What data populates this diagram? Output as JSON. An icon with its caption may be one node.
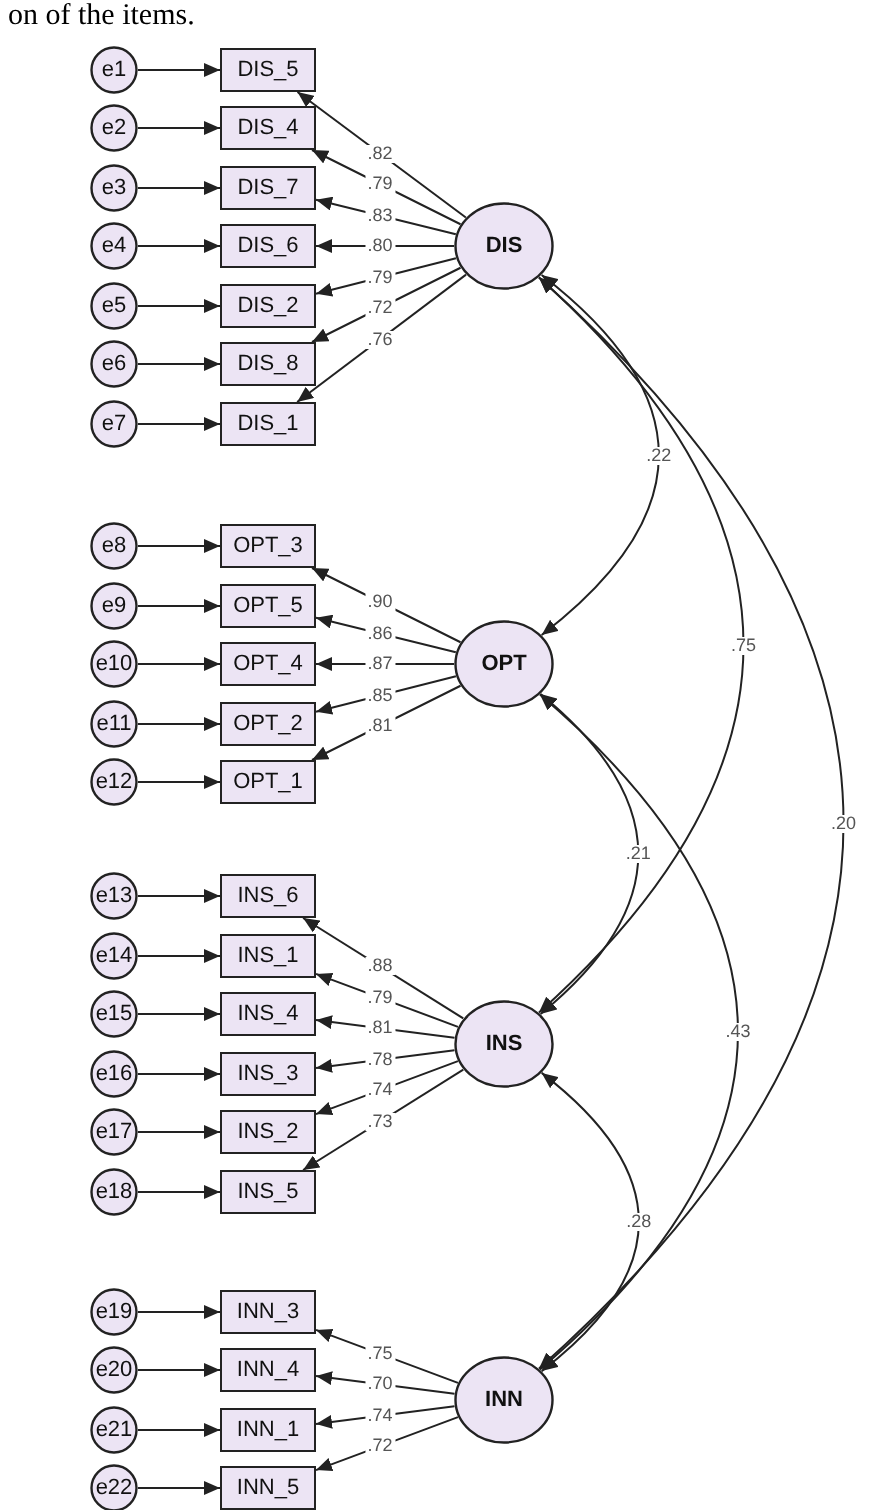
{
  "diagram": {
    "nodes": [
      {
        "text": [
          "e1"
        ]
      },
      {
        "text": [
          "e2"
        ]
      },
      {
        "text": [
          "e3"
        ]
      },
      {
        "text": [
          "e4"
        ]
      },
      {
        "text": [
          "e5"
        ]
      },
      {
        "text": [
          "e6"
        ]
      },
      {
        "text": [
          "e7"
        ]
      },
      {
        "text": [
          "DIS_5"
        ]
      },
      {
        "text": [
          "DIS_4"
        ]
      },
      {
        "text": [
          "DIS_7"
        ]
      },
      {
        "text": [
          "DIS_6"
        ]
      },
      {
        "text": [
          "DIS_2"
        ]
      },
      {
        "text": [
          "DIS_8"
        ]
      },
      {
        "text": [
          "DIS_1"
        ]
      },
      {
        "text": [
          "DIS"
        ]
      },
      {
        "text": [
          "e8"
        ]
      },
      {
        "text": [
          "e9"
        ]
      },
      {
        "text": [
          "e10"
        ]
      },
      {
        "text": [
          "e11"
        ]
      },
      {
        "text": [
          "e12"
        ]
      },
      {
        "text": [
          "OPT_3"
        ]
      },
      {
        "text": [
          "OPT_5"
        ]
      },
      {
        "text": [
          "OPT_4"
        ]
      },
      {
        "text": [
          "OPT_2"
        ]
      },
      {
        "text": [
          "OPT_1"
        ]
      },
      {
        "text": [
          "OPT"
        ]
      },
      {
        "text": [
          "e13"
        ]
      },
      {
        "text": [
          "e14"
        ]
      },
      {
        "text": [
          "e15"
        ]
      },
      {
        "text": [
          "e16"
        ]
      },
      {
        "text": [
          "e17"
        ]
      },
      {
        "text": [
          "e18"
        ]
      },
      {
        "text": [
          "INS_6"
        ]
      },
      {
        "text": [
          "INS_1"
        ]
      },
      {
        "text": [
          "INS_4"
        ]
      },
      {
        "text": [
          "INS_3"
        ]
      },
      {
        "text": [
          "INS_2"
        ]
      },
      {
        "text": [
          "INS_5"
        ]
      },
      {
        "text": [
          "INS"
        ]
      },
      {
        "text": [
          "e19"
        ]
      },
      {
        "text": [
          "e20"
        ]
      },
      {
        "text": [
          "e21"
        ]
      },
      {
        "text": [
          "e22"
        ]
      },
      {
        "text": [
          "INN_3"
        ]
      },
      {
        "text": [
          "INN_4"
        ]
      },
      {
        "text": [
          "INN_1"
        ]
      },
      {
        "text": [
          "INN_5"
        ]
      },
      {
        "text": [
          "INN"
        ]
      }
    ],
    "edges": [
      {
        "from": 0,
        "to": 7,
        "arrow": "to"
      },
      {
        "from": 1,
        "to": 8,
        "arrow": "to"
      },
      {
        "from": 2,
        "to": 9,
        "arrow": "to"
      },
      {
        "from": 3,
        "to": 10,
        "arrow": "to"
      },
      {
        "from": 4,
        "to": 11,
        "arrow": "to"
      },
      {
        "from": 5,
        "to": 12,
        "arrow": "to"
      },
      {
        "from": 6,
        "to": 13,
        "arrow": "to"
      },
      {
        "from": 14,
        "to": 7,
        "arrow": "to",
        "label": ".82"
      },
      {
        "from": 14,
        "to": 8,
        "arrow": "to",
        "label": ".79"
      },
      {
        "from": 14,
        "to": 9,
        "arrow": "to",
        "label": ".83"
      },
      {
        "from": 14,
        "to": 10,
        "arrow": "to",
        "label": ".80"
      },
      {
        "from": 14,
        "to": 11,
        "arrow": "to",
        "label": ".79"
      },
      {
        "from": 14,
        "to": 12,
        "arrow": "to",
        "label": ".72"
      },
      {
        "from": 14,
        "to": 13,
        "arrow": "to",
        "label": ".76"
      },
      {
        "from": 15,
        "to": 20,
        "arrow": "to"
      },
      {
        "from": 16,
        "to": 21,
        "arrow": "to"
      },
      {
        "from": 17,
        "to": 22,
        "arrow": "to"
      },
      {
        "from": 18,
        "to": 23,
        "arrow": "to"
      },
      {
        "from": 19,
        "to": 24,
        "arrow": "to"
      },
      {
        "from": 25,
        "to": 20,
        "arrow": "to",
        "label": ".90"
      },
      {
        "from": 25,
        "to": 21,
        "arrow": "to",
        "label": ".86"
      },
      {
        "from": 25,
        "to": 22,
        "arrow": "to",
        "label": ".87"
      },
      {
        "from": 25,
        "to": 23,
        "arrow": "to",
        "label": ".85"
      },
      {
        "from": 25,
        "to": 24,
        "arrow": "to",
        "label": ".81"
      },
      {
        "from": 26,
        "to": 32,
        "arrow": "to"
      },
      {
        "from": 27,
        "to": 33,
        "arrow": "to"
      },
      {
        "from": 28,
        "to": 34,
        "arrow": "to"
      },
      {
        "from": 29,
        "to": 35,
        "arrow": "to"
      },
      {
        "from": 30,
        "to": 36,
        "arrow": "to"
      },
      {
        "from": 31,
        "to": 37,
        "arrow": "to"
      },
      {
        "from": 38,
        "to": 32,
        "arrow": "to",
        "label": ".88"
      },
      {
        "from": 38,
        "to": 33,
        "arrow": "to",
        "label": ".79"
      },
      {
        "from": 38,
        "to": 34,
        "arrow": "to",
        "label": ".81"
      },
      {
        "from": 38,
        "to": 35,
        "arrow": "to",
        "label": ".78"
      },
      {
        "from": 38,
        "to": 36,
        "arrow": "to",
        "label": ".74"
      },
      {
        "from": 38,
        "to": 37,
        "arrow": "to",
        "label": ".73"
      },
      {
        "from": 39,
        "to": 43,
        "arrow": "to"
      },
      {
        "from": 40,
        "to": 44,
        "arrow": "to"
      },
      {
        "from": 41,
        "to": 45,
        "arrow": "to"
      },
      {
        "from": 42,
        "to": 46,
        "arrow": "to"
      },
      {
        "from": 47,
        "to": 43,
        "arrow": "to",
        "label": ".75"
      },
      {
        "from": 47,
        "to": 44,
        "arrow": "to",
        "label": ".70"
      },
      {
        "from": 47,
        "to": 45,
        "arrow": "to",
        "label": ".74"
      },
      {
        "from": 47,
        "to": 46,
        "arrow": "to",
        "label": ".72"
      },
      {
        "from": 14,
        "to": 25,
        "arrow": "both",
        "label": ".22"
      },
      {
        "from": 14,
        "to": 38,
        "arrow": "both",
        "label": ".75"
      },
      {
        "from": 14,
        "to": 47,
        "arrow": "both",
        "label": ".20"
      },
      {
        "from": 25,
        "to": 38,
        "arrow": "both",
        "label": ".21"
      },
      {
        "from": 25,
        "to": 47,
        "arrow": "both",
        "label": ".43"
      },
      {
        "from": 38,
        "to": 47,
        "arrow": "both",
        "label": ".28"
      }
    ],
    "labels": [
      "on of the items."
    ]
  }
}
